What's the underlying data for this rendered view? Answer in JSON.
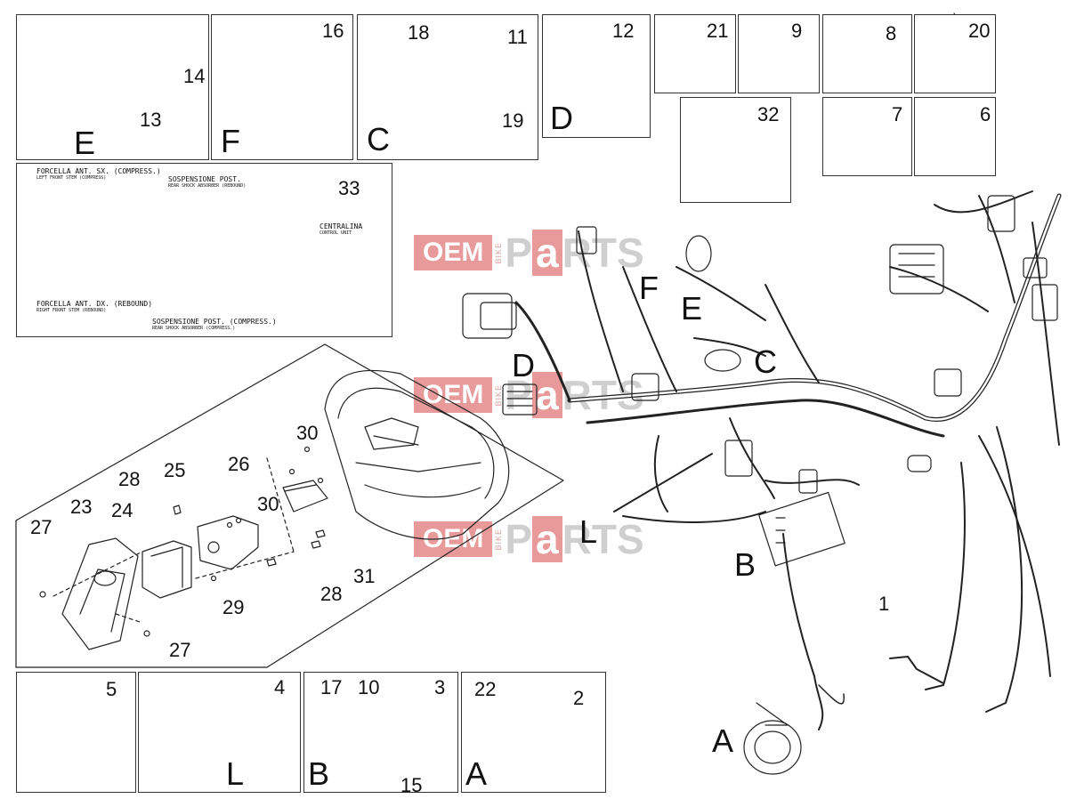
{
  "watermark": {
    "brand_main": "OEM",
    "brand_side": "BIKE",
    "brand_end_1": "P",
    "brand_end_2": "a",
    "brand_end_3": "RTS"
  },
  "panel_e": {
    "labels": [
      "14",
      "13"
    ],
    "letter": "E"
  },
  "panel_f": {
    "labels": [
      "16"
    ],
    "letter": "F"
  },
  "panel_c": {
    "labels": [
      "18",
      "11",
      "19"
    ],
    "letter": "C"
  },
  "panel_d": {
    "labels": [
      "12"
    ],
    "letter": "D"
  },
  "panel_21": {
    "label": "21"
  },
  "panel_9": {
    "label": "9"
  },
  "panel_8": {
    "label": "8"
  },
  "panel_20": {
    "label": "20"
  },
  "panel_32": {
    "label": "32"
  },
  "panel_7": {
    "label": "7"
  },
  "panel_6": {
    "label": "6"
  },
  "panel_33": {
    "label": "33",
    "front_left_it": "FORCELLA ANT. SX. (COMPRESS.)",
    "front_left_en": "LEFT FRONT STEM (COMPRESS)",
    "rear_rebound_it": "SOSPENSIONE POST.",
    "rear_rebound_en": "REAR SHOCK ABSORBER (REBOUND)",
    "ecu_it": "CENTRALINA",
    "ecu_en": "CONTROL UNIT",
    "front_right_it": "FORCELLA ANT. DX. (REBOUND)",
    "front_right_en": "RIGHT FRONT STEM (REBOUND)",
    "rear_compress_it": "SOSPENSIONE POST. (COMPRESS.)",
    "rear_compress_en": "REAR SHOCK ABSORBER (COMPRESS.)"
  },
  "headlight_panel": {
    "labels": [
      "30",
      "26",
      "25",
      "28",
      "30",
      "23",
      "24",
      "27",
      "29",
      "28",
      "31",
      "27"
    ]
  },
  "harness": {
    "letters": [
      "F",
      "E",
      "C",
      "D",
      "L",
      "B",
      "A"
    ],
    "label_1": "1"
  },
  "panel_5": {
    "label": "5"
  },
  "panel_4": {
    "label": "4",
    "letter": "L"
  },
  "panel_3": {
    "labels": [
      "17",
      "10",
      "3",
      "15"
    ],
    "letter": "B"
  },
  "panel_2": {
    "labels": [
      "22",
      "2"
    ],
    "letter": "A"
  }
}
